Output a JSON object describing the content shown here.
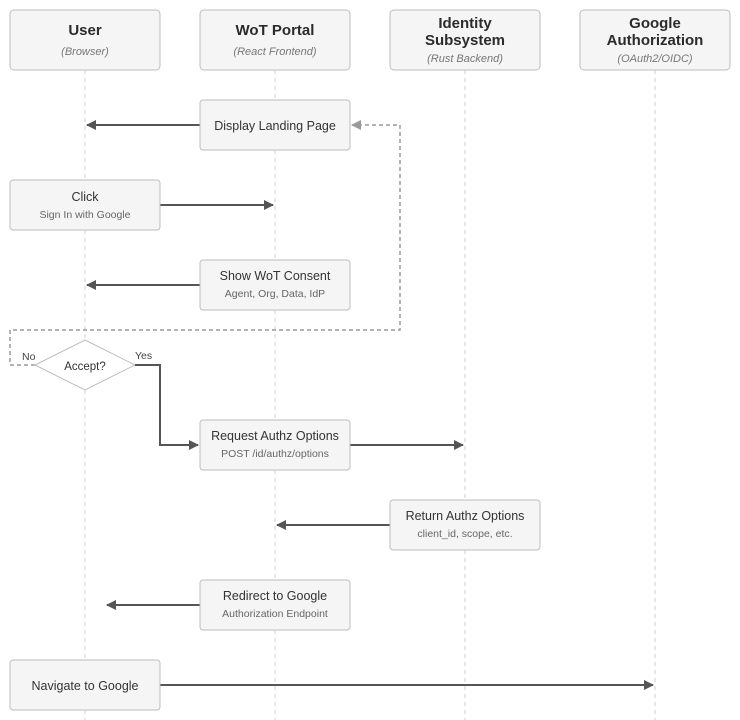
{
  "actors": [
    {
      "name": "User",
      "sub": "(Browser)"
    },
    {
      "name": "WoT Portal",
      "sub": "(React Frontend)"
    },
    {
      "name_line1": "Identity",
      "name_line2": "Subsystem",
      "sub": "(Rust Backend)"
    },
    {
      "name_line1": "Google",
      "name_line2": "Authorization",
      "sub": "(OAuth2/OIDC)"
    }
  ],
  "steps": {
    "display_landing": {
      "title": "Display Landing Page"
    },
    "click_sign_in": {
      "title": "Click",
      "sub": "Sign In with Google"
    },
    "show_consent": {
      "title": "Show WoT Consent",
      "sub": "Agent, Org, Data, IdP"
    },
    "accept": {
      "title": "Accept?",
      "no_label": "No",
      "yes_label": "Yes"
    },
    "request_authz": {
      "title": "Request Authz Options",
      "sub": "POST /id/authz/options"
    },
    "return_authz": {
      "title": "Return Authz Options",
      "sub": "client_id, scope, etc."
    },
    "redirect_google": {
      "title": "Redirect to Google",
      "sub": "Authorization Endpoint"
    },
    "navigate_google": {
      "title": "Navigate to Google"
    }
  },
  "colors": {
    "box_fill": "#f5f5f5",
    "box_stroke": "#bdbdbd",
    "arrow": "#555555",
    "dashed_arrow": "#9a9a9a",
    "lifeline": "#cfcfcf"
  }
}
